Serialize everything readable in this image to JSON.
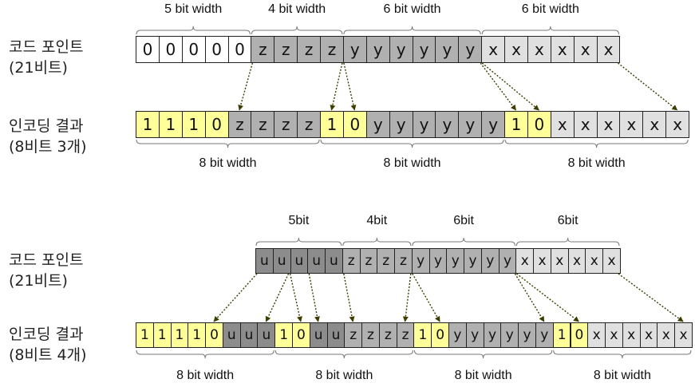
{
  "colors": {
    "white": "#ffffff",
    "yellow": "#ffff99",
    "dark": "#8c8c8c",
    "mid": "#b0b0b0",
    "light": "#e0e0e0",
    "arrow": "#3d3d00"
  },
  "section1": {
    "code_label": [
      "코드 포인트",
      "(21비트)"
    ],
    "enc_label": [
      "인코딩 결과",
      "(8비트 3개)"
    ],
    "code_groups": [
      "5 bit width",
      "4 bit width",
      "6 bit width",
      "6 bit width"
    ],
    "enc_groups": [
      "8 bit width",
      "8 bit width",
      "8 bit width"
    ],
    "code_cells": [
      {
        "t": "0",
        "c": "white"
      },
      {
        "t": "0",
        "c": "white"
      },
      {
        "t": "0",
        "c": "white"
      },
      {
        "t": "0",
        "c": "white"
      },
      {
        "t": "0",
        "c": "white"
      },
      {
        "t": "z",
        "c": "mid"
      },
      {
        "t": "z",
        "c": "mid"
      },
      {
        "t": "z",
        "c": "mid"
      },
      {
        "t": "z",
        "c": "mid"
      },
      {
        "t": "y",
        "c": "mid"
      },
      {
        "t": "y",
        "c": "mid"
      },
      {
        "t": "y",
        "c": "mid"
      },
      {
        "t": "y",
        "c": "mid"
      },
      {
        "t": "y",
        "c": "mid"
      },
      {
        "t": "y",
        "c": "mid"
      },
      {
        "t": "x",
        "c": "light"
      },
      {
        "t": "x",
        "c": "light"
      },
      {
        "t": "x",
        "c": "light"
      },
      {
        "t": "x",
        "c": "light"
      },
      {
        "t": "x",
        "c": "light"
      },
      {
        "t": "x",
        "c": "light"
      }
    ],
    "enc_cells": [
      {
        "t": "1",
        "c": "yellow"
      },
      {
        "t": "1",
        "c": "yellow"
      },
      {
        "t": "1",
        "c": "yellow"
      },
      {
        "t": "0",
        "c": "yellow"
      },
      {
        "t": "z",
        "c": "mid"
      },
      {
        "t": "z",
        "c": "mid"
      },
      {
        "t": "z",
        "c": "mid"
      },
      {
        "t": "z",
        "c": "mid"
      },
      {
        "t": "1",
        "c": "yellow"
      },
      {
        "t": "0",
        "c": "yellow"
      },
      {
        "t": "y",
        "c": "mid"
      },
      {
        "t": "y",
        "c": "mid"
      },
      {
        "t": "y",
        "c": "mid"
      },
      {
        "t": "y",
        "c": "mid"
      },
      {
        "t": "y",
        "c": "mid"
      },
      {
        "t": "y",
        "c": "mid"
      },
      {
        "t": "1",
        "c": "yellow"
      },
      {
        "t": "0",
        "c": "yellow"
      },
      {
        "t": "x",
        "c": "light"
      },
      {
        "t": "x",
        "c": "light"
      },
      {
        "t": "x",
        "c": "light"
      },
      {
        "t": "x",
        "c": "light"
      },
      {
        "t": "x",
        "c": "light"
      },
      {
        "t": "x",
        "c": "light"
      }
    ]
  },
  "section2": {
    "code_label": [
      "코드 포인트",
      "(21비트)"
    ],
    "enc_label": [
      "인코딩 결과",
      "(8비트 4개)"
    ],
    "code_groups": [
      "5bit",
      "4bit",
      "6bit",
      "6bit"
    ],
    "enc_groups": [
      "8 bit width",
      "8 bit width",
      "8 bit width",
      "8 bit width"
    ],
    "code_cells": [
      {
        "t": "u",
        "c": "dark"
      },
      {
        "t": "u",
        "c": "dark"
      },
      {
        "t": "u",
        "c": "dark"
      },
      {
        "t": "u",
        "c": "dark"
      },
      {
        "t": "u",
        "c": "dark"
      },
      {
        "t": "z",
        "c": "mid"
      },
      {
        "t": "z",
        "c": "mid"
      },
      {
        "t": "z",
        "c": "mid"
      },
      {
        "t": "z",
        "c": "mid"
      },
      {
        "t": "y",
        "c": "mid"
      },
      {
        "t": "y",
        "c": "mid"
      },
      {
        "t": "y",
        "c": "mid"
      },
      {
        "t": "y",
        "c": "mid"
      },
      {
        "t": "y",
        "c": "mid"
      },
      {
        "t": "y",
        "c": "mid"
      },
      {
        "t": "x",
        "c": "light"
      },
      {
        "t": "x",
        "c": "light"
      },
      {
        "t": "x",
        "c": "light"
      },
      {
        "t": "x",
        "c": "light"
      },
      {
        "t": "x",
        "c": "light"
      },
      {
        "t": "x",
        "c": "light"
      }
    ],
    "enc_cells": [
      {
        "t": "1",
        "c": "yellow"
      },
      {
        "t": "1",
        "c": "yellow"
      },
      {
        "t": "1",
        "c": "yellow"
      },
      {
        "t": "1",
        "c": "yellow"
      },
      {
        "t": "0",
        "c": "yellow"
      },
      {
        "t": "u",
        "c": "dark"
      },
      {
        "t": "u",
        "c": "dark"
      },
      {
        "t": "u",
        "c": "dark"
      },
      {
        "t": "1",
        "c": "yellow"
      },
      {
        "t": "0",
        "c": "yellow"
      },
      {
        "t": "u",
        "c": "dark"
      },
      {
        "t": "u",
        "c": "dark"
      },
      {
        "t": "z",
        "c": "mid"
      },
      {
        "t": "z",
        "c": "mid"
      },
      {
        "t": "z",
        "c": "mid"
      },
      {
        "t": "z",
        "c": "mid"
      },
      {
        "t": "1",
        "c": "yellow"
      },
      {
        "t": "0",
        "c": "yellow"
      },
      {
        "t": "y",
        "c": "mid"
      },
      {
        "t": "y",
        "c": "mid"
      },
      {
        "t": "y",
        "c": "mid"
      },
      {
        "t": "y",
        "c": "mid"
      },
      {
        "t": "y",
        "c": "mid"
      },
      {
        "t": "y",
        "c": "mid"
      },
      {
        "t": "1",
        "c": "yellow"
      },
      {
        "t": "0",
        "c": "yellow"
      },
      {
        "t": "x",
        "c": "light"
      },
      {
        "t": "x",
        "c": "light"
      },
      {
        "t": "x",
        "c": "light"
      },
      {
        "t": "x",
        "c": "light"
      },
      {
        "t": "x",
        "c": "light"
      },
      {
        "t": "x",
        "c": "light"
      }
    ]
  }
}
